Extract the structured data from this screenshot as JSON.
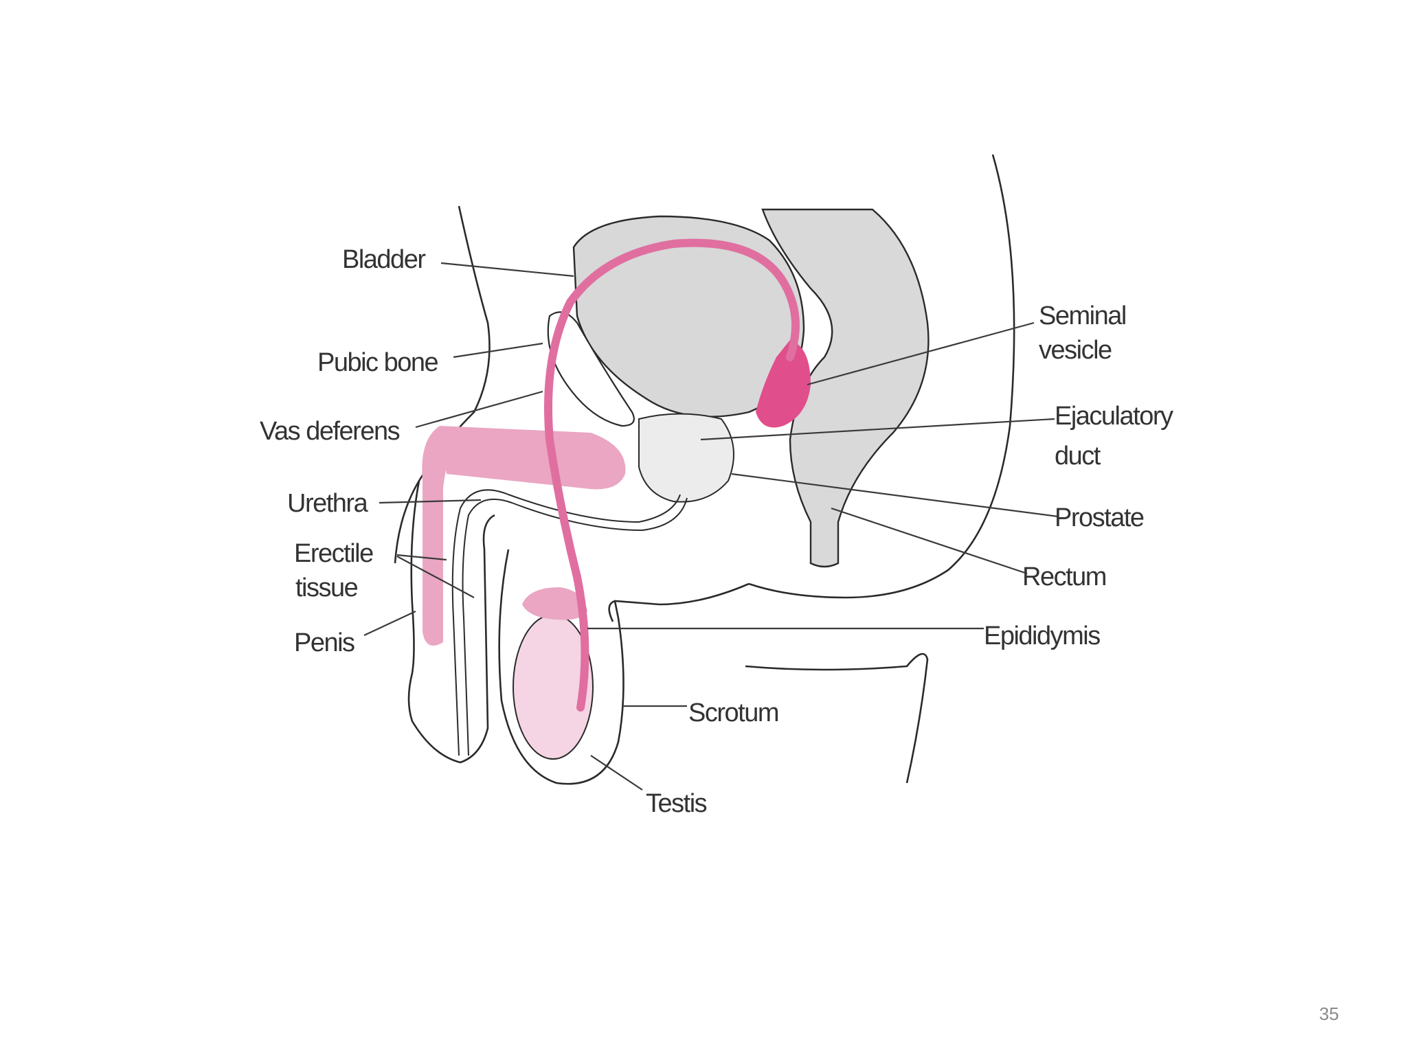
{
  "diagram": {
    "labels": {
      "bladder": "Bladder",
      "pubic_bone": "Pubic bone",
      "vas_deferens": "Vas deferens",
      "urethra": "Urethra",
      "erectile_line1": "Erectile",
      "erectile_line2": "tissue",
      "penis": "Penis",
      "seminal_line1": "Seminal",
      "seminal_line2": "vesicle",
      "ejaculatory_line1": "Ejaculatory",
      "ejaculatory_line2": "duct",
      "prostate": "Prostate",
      "rectum": "Rectum",
      "epididymis": "Epididymis",
      "scrotum": "Scrotum",
      "testis": "Testis"
    },
    "colors": {
      "organ_gray": "#d8d8d8",
      "duct_pink": "#e06fa0",
      "tissue_pink": "#eaa6c2",
      "vesicle_magenta": "#e04f8c",
      "testis_pink": "#f5d5e4"
    }
  },
  "slide": {
    "number": "35"
  }
}
